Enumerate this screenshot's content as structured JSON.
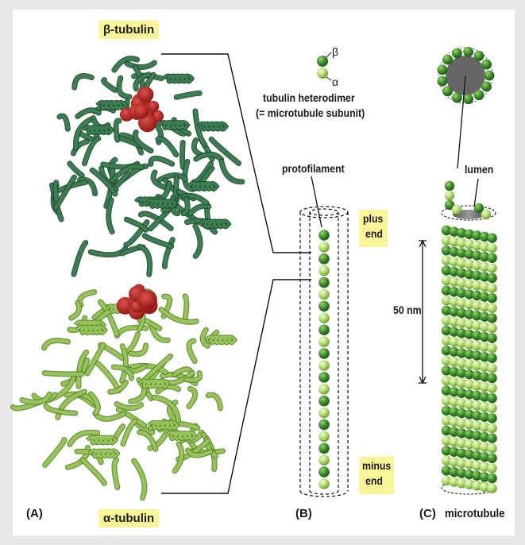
{
  "panel_a": {
    "label": "(A)",
    "beta_label": "β-tubulin",
    "alpha_label": "α-tubulin"
  },
  "panel_b": {
    "label": "(B)",
    "legend_beta": "β",
    "legend_alpha": "α",
    "heterodimer_line1": "tubulin heterodimer",
    "heterodimer_line2": "(= microtubule subunit)",
    "protofilament_label": "protofilament",
    "plus_end_line1": "plus",
    "plus_end_line2": "end",
    "minus_end_line1": "minus",
    "minus_end_line2": "end"
  },
  "panel_c": {
    "label": "(C)",
    "microtubule_label": "microtubule",
    "lumen_label": "lumen",
    "scale_label": "50 nm"
  },
  "colors": {
    "beta_subunit": "#3f8f2c",
    "alpha_subunit": "#a9d66a",
    "beta_ribbon": "#3c7d52",
    "alpha_ribbon": "#97c35a",
    "gtp": "#b8201f",
    "lumen": "#6b6b6b",
    "highlight": "#fbf59a"
  }
}
